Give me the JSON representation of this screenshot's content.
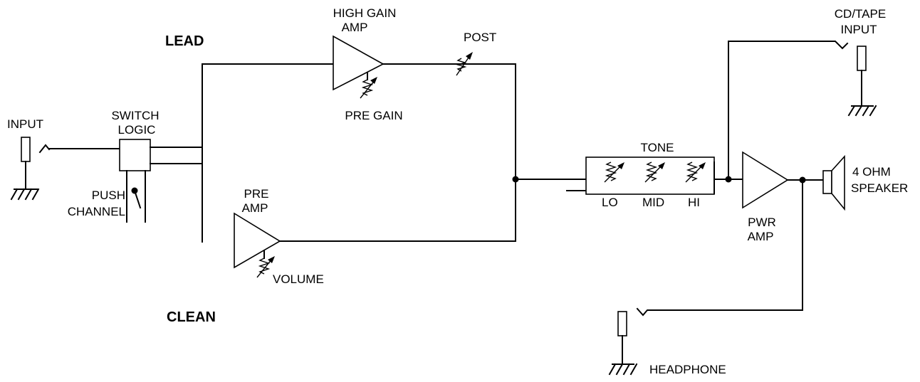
{
  "channels": {
    "lead": "LEAD",
    "clean": "CLEAN"
  },
  "blocks": {
    "input": "INPUT",
    "switch_logic": [
      "SWITCH",
      "LOGIC"
    ],
    "push_channel": [
      "PUSH",
      "CHANNEL"
    ],
    "high_gain_amp": [
      "HIGH  GAIN",
      "AMP"
    ],
    "pre_gain": "PRE GAIN",
    "post": "POST",
    "pre_amp": [
      "PRE",
      "AMP"
    ],
    "volume": "VOLUME",
    "tone": "TONE",
    "tone_controls": [
      "LO",
      "MID",
      "HI"
    ],
    "cd_tape_input": [
      "CD/TAPE",
      "INPUT"
    ],
    "pwr_amp": [
      "PWR",
      "AMP"
    ],
    "speaker": [
      "4  OHM",
      "SPEAKER"
    ],
    "headphone": "HEADPHONE"
  }
}
